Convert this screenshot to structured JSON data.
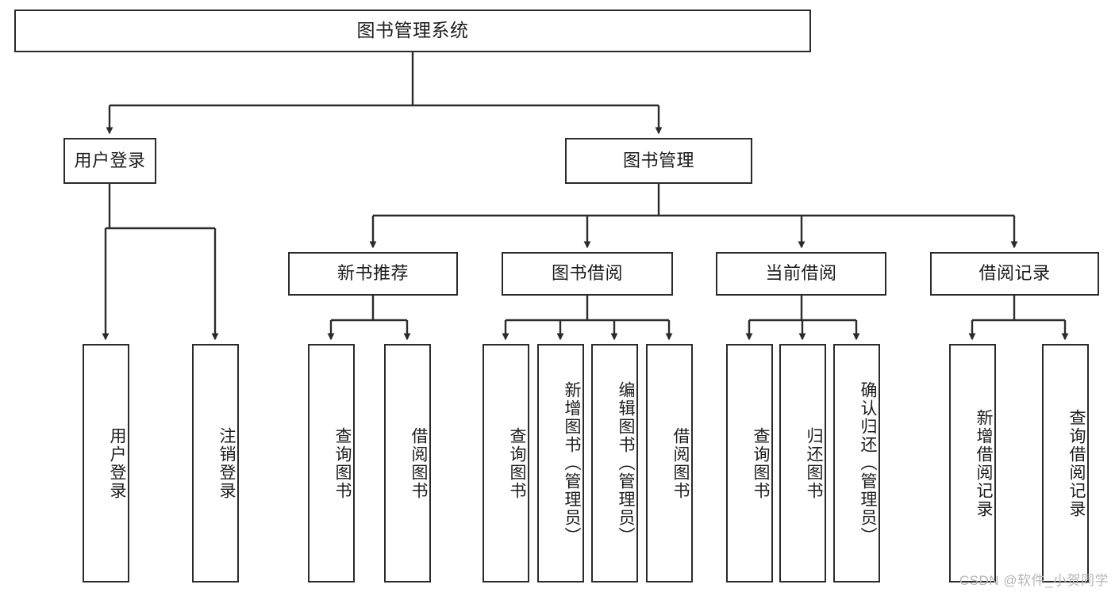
{
  "diagram": {
    "title": "图书管理系统",
    "type": "tree",
    "stroke_color": "#2b2b2b",
    "fill_color": "#ffffff",
    "text_color": "#1c1c1c"
  },
  "nodes": {
    "root": {
      "label": "图书管理系统"
    },
    "level2": [
      {
        "id": "user-login",
        "label": "用户登录"
      },
      {
        "id": "book-management",
        "label": "图书管理"
      }
    ],
    "level3": [
      {
        "id": "new-book-recommend",
        "label": "新书推荐"
      },
      {
        "id": "book-borrow",
        "label": "图书借阅"
      },
      {
        "id": "current-borrow",
        "label": "当前借阅"
      },
      {
        "id": "borrow-record",
        "label": "借阅记录"
      }
    ],
    "leaves": [
      {
        "id": "leaf-user-login",
        "label": "用户登录",
        "parent": "user-login"
      },
      {
        "id": "leaf-logout-login",
        "label": "注销登录",
        "parent": "user-login"
      },
      {
        "id": "leaf-query-book-1",
        "label": "查询图书",
        "parent": "new-book-recommend"
      },
      {
        "id": "leaf-borrow-book-1",
        "label": "借阅图书",
        "parent": "new-book-recommend"
      },
      {
        "id": "leaf-query-book-2",
        "label": "查询图书",
        "parent": "book-borrow"
      },
      {
        "id": "leaf-add-book",
        "label": "新增图书（管理员）",
        "parent": "book-borrow"
      },
      {
        "id": "leaf-edit-book",
        "label": "编辑图书（管理员）",
        "parent": "book-borrow"
      },
      {
        "id": "leaf-borrow-book-2",
        "label": "借阅图书",
        "parent": "book-borrow"
      },
      {
        "id": "leaf-query-book-3",
        "label": "查询图书",
        "parent": "current-borrow"
      },
      {
        "id": "leaf-return-book",
        "label": "归还图书",
        "parent": "current-borrow"
      },
      {
        "id": "leaf-confirm-return",
        "label": "确认归还（管理员）",
        "parent": "current-borrow"
      },
      {
        "id": "leaf-add-record",
        "label": "新增借阅记录",
        "parent": "borrow-record"
      },
      {
        "id": "leaf-query-record",
        "label": "查询借阅记录",
        "parent": "borrow-record"
      }
    ]
  },
  "watermark": {
    "text": "CSDN @软件_小贺同学"
  }
}
